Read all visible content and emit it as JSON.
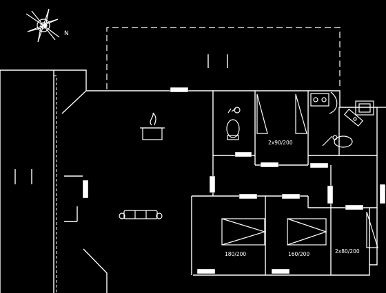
{
  "compass": {
    "north_label": "N"
  },
  "beds": [
    {
      "id": "double-room1",
      "label": "2x90/200"
    },
    {
      "id": "room2",
      "label": "180/200"
    },
    {
      "id": "room3",
      "label": "160/200"
    },
    {
      "id": "room4",
      "label": "2x80/200"
    }
  ],
  "icons": [
    "compass-icon",
    "fireplace-icon",
    "sofa-icon",
    "shower-icon",
    "toilet-icon",
    "washing-machine-icon",
    "sink-icon",
    "cooktop-icon"
  ]
}
